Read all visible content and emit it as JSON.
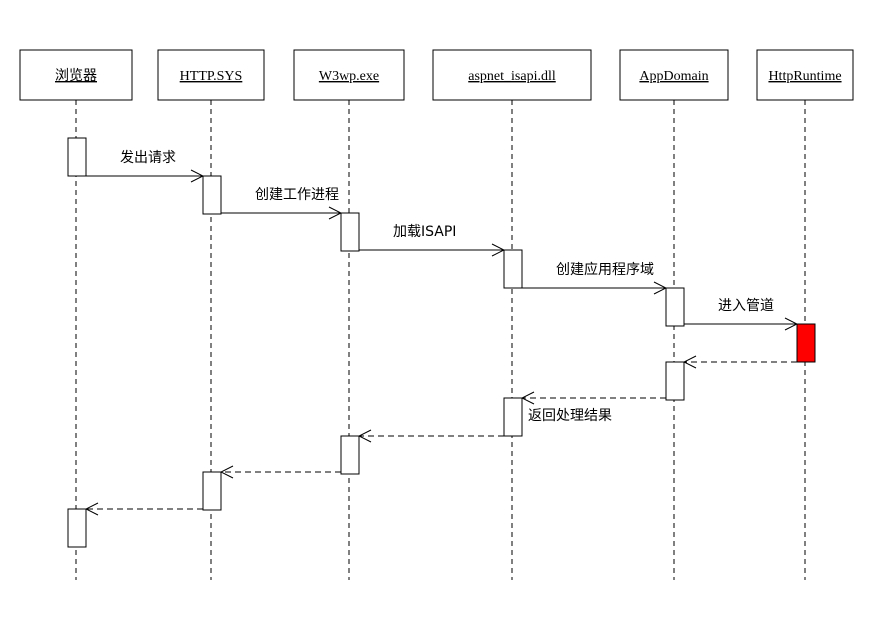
{
  "diagram": {
    "type": "sequence",
    "participants": [
      {
        "id": "browser",
        "label": "浏览器"
      },
      {
        "id": "httpsys",
        "label": "HTTP.SYS"
      },
      {
        "id": "w3wp",
        "label": "W3wp.exe"
      },
      {
        "id": "isapi",
        "label": "aspnet_isapi.dll"
      },
      {
        "id": "appdomain",
        "label": "AppDomain"
      },
      {
        "id": "runtime",
        "label": "HttpRuntime"
      }
    ],
    "messages": [
      {
        "from": "browser",
        "to": "httpsys",
        "label": "发出请求",
        "style": "solid"
      },
      {
        "from": "httpsys",
        "to": "w3wp",
        "label": "创建工作进程",
        "style": "solid"
      },
      {
        "from": "w3wp",
        "to": "isapi",
        "label": "加载ISAPI",
        "style": "solid"
      },
      {
        "from": "isapi",
        "to": "appdomain",
        "label": "创建应用程序域",
        "style": "solid"
      },
      {
        "from": "appdomain",
        "to": "runtime",
        "label": "进入管道",
        "style": "solid"
      },
      {
        "from": "runtime",
        "to": "appdomain",
        "label": "",
        "style": "dashed"
      },
      {
        "from": "appdomain",
        "to": "isapi",
        "label": "返回处理结果",
        "style": "dashed"
      },
      {
        "from": "isapi",
        "to": "w3wp",
        "label": "",
        "style": "dashed"
      },
      {
        "from": "w3wp",
        "to": "httpsys",
        "label": "",
        "style": "dashed"
      },
      {
        "from": "httpsys",
        "to": "browser",
        "label": "",
        "style": "dashed"
      }
    ],
    "colors": {
      "line": "#000000",
      "activation_fill": "#ffffff",
      "highlight_fill": "#ff0000",
      "background": "#ffffff"
    },
    "highlighted_participant": "runtime"
  }
}
